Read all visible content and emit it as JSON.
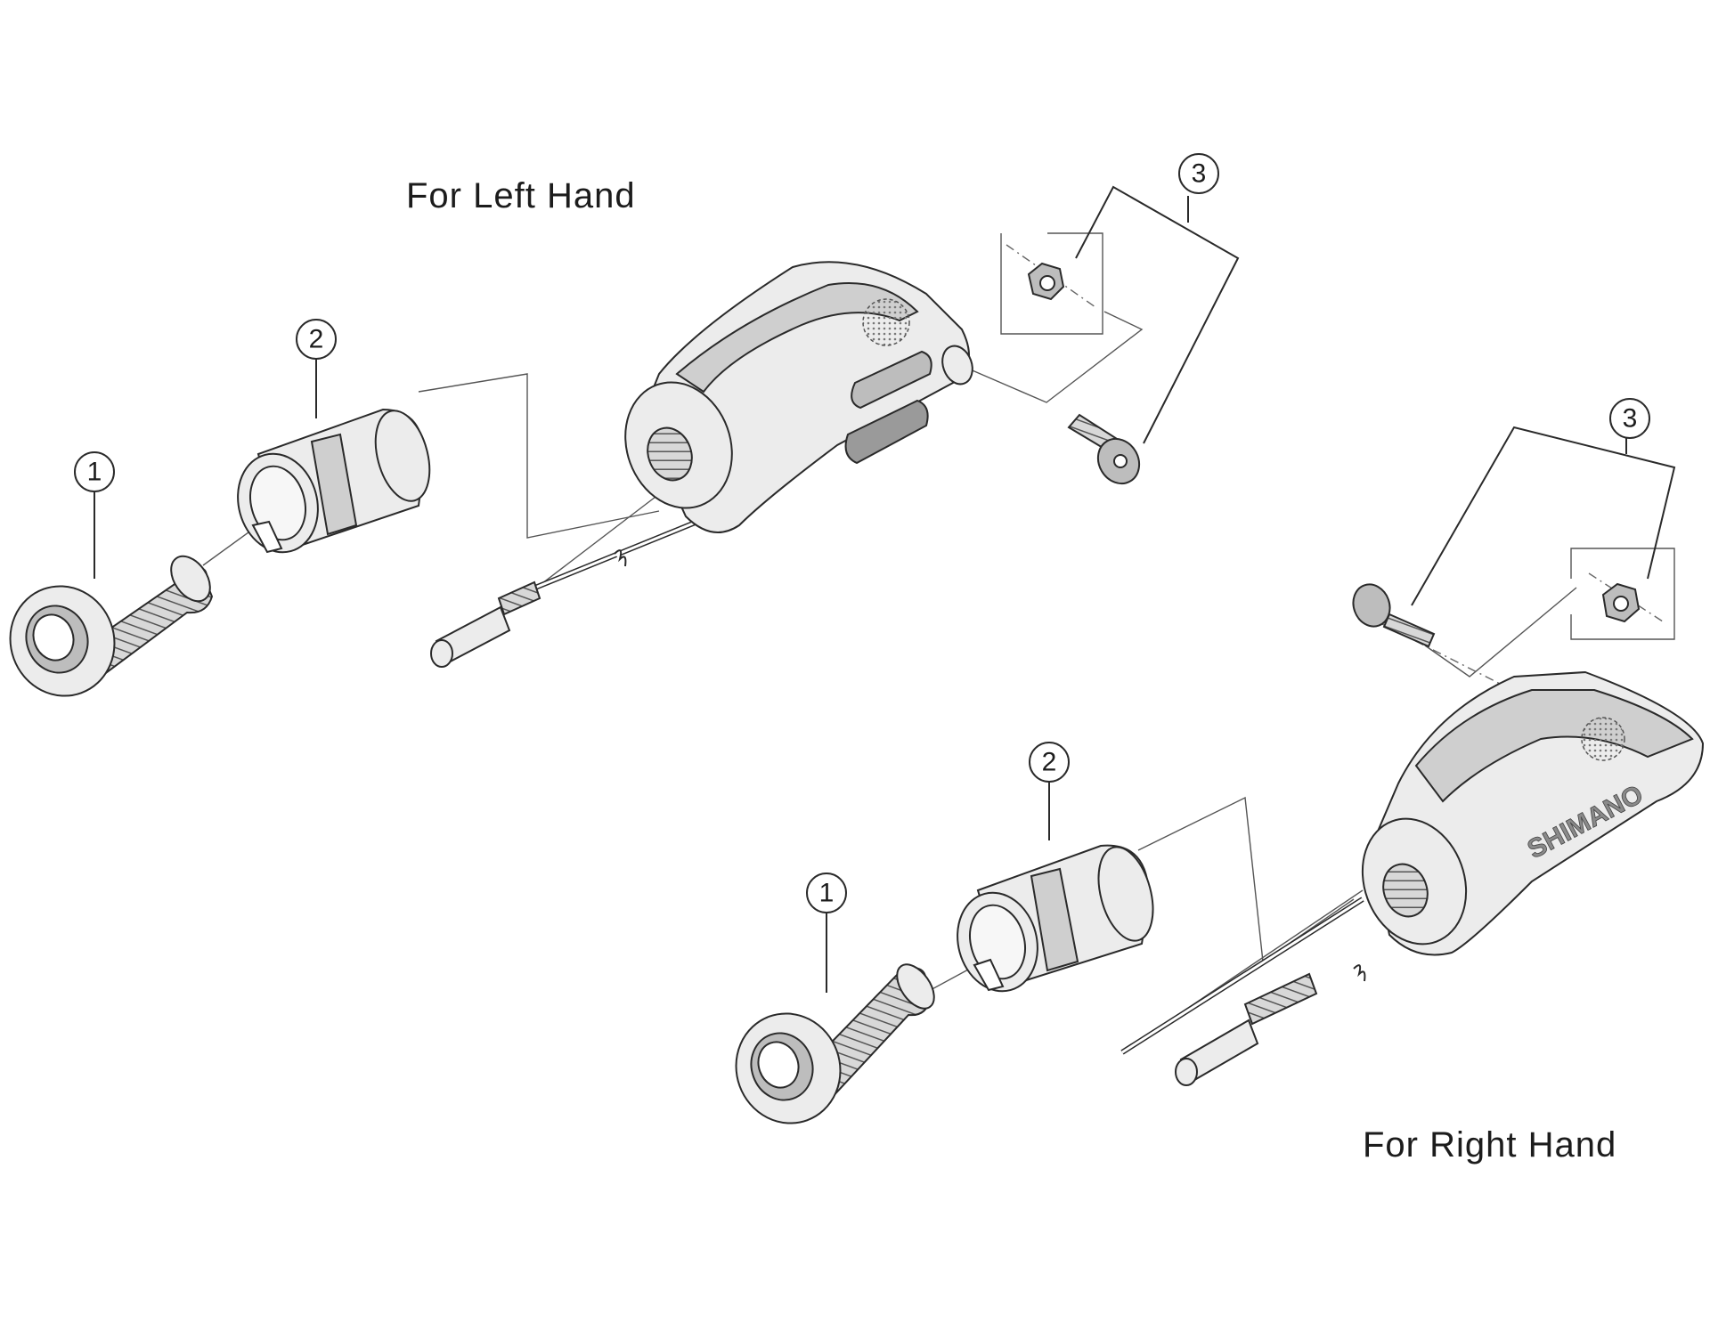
{
  "captions": {
    "left_hand": "For Left Hand",
    "right_hand": "For Right Hand"
  },
  "callouts": {
    "left": [
      "1",
      "2",
      "3"
    ],
    "right": [
      "1",
      "2",
      "3"
    ]
  },
  "brand_logo": "SHIMANO"
}
